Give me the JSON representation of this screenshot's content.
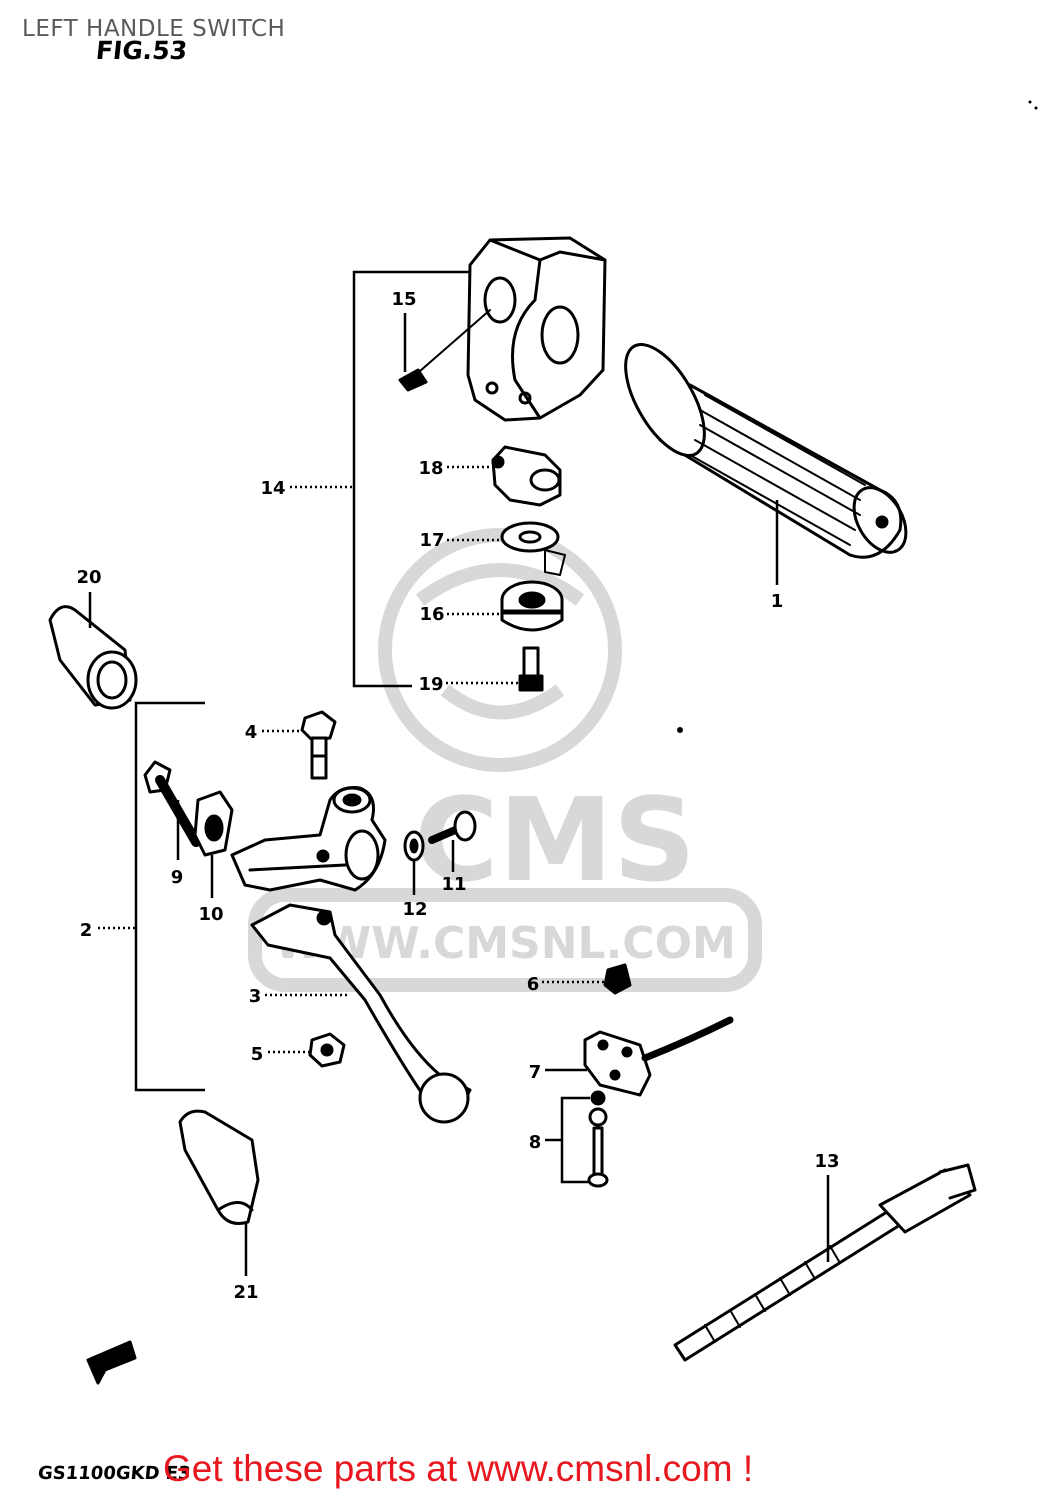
{
  "header": {
    "title": "LEFT HANDLE SWITCH",
    "figure": "FIG.53"
  },
  "watermark": {
    "brand": "CMS",
    "url": "WWW.CMSNL.COM",
    "color": "#d8d8d8"
  },
  "callouts": {
    "c1": "1",
    "c2": "2",
    "c3": "3",
    "c4": "4",
    "c5": "5",
    "c6": "6",
    "c7": "7",
    "c8": "8",
    "c9": "9",
    "c10": "10",
    "c11": "11",
    "c12": "12",
    "c13": "13",
    "c14": "14",
    "c15": "15",
    "c16": "16",
    "c17": "17",
    "c18": "18",
    "c19": "19",
    "c20": "20",
    "c21": "21"
  },
  "footer": {
    "model_code": "GS1100GKD E3",
    "cta": "Get these parts at www.cmsnl.com !",
    "cta_color": "#e8161e"
  },
  "icons": {
    "front_arrow": "front-direction-arrow-icon"
  }
}
